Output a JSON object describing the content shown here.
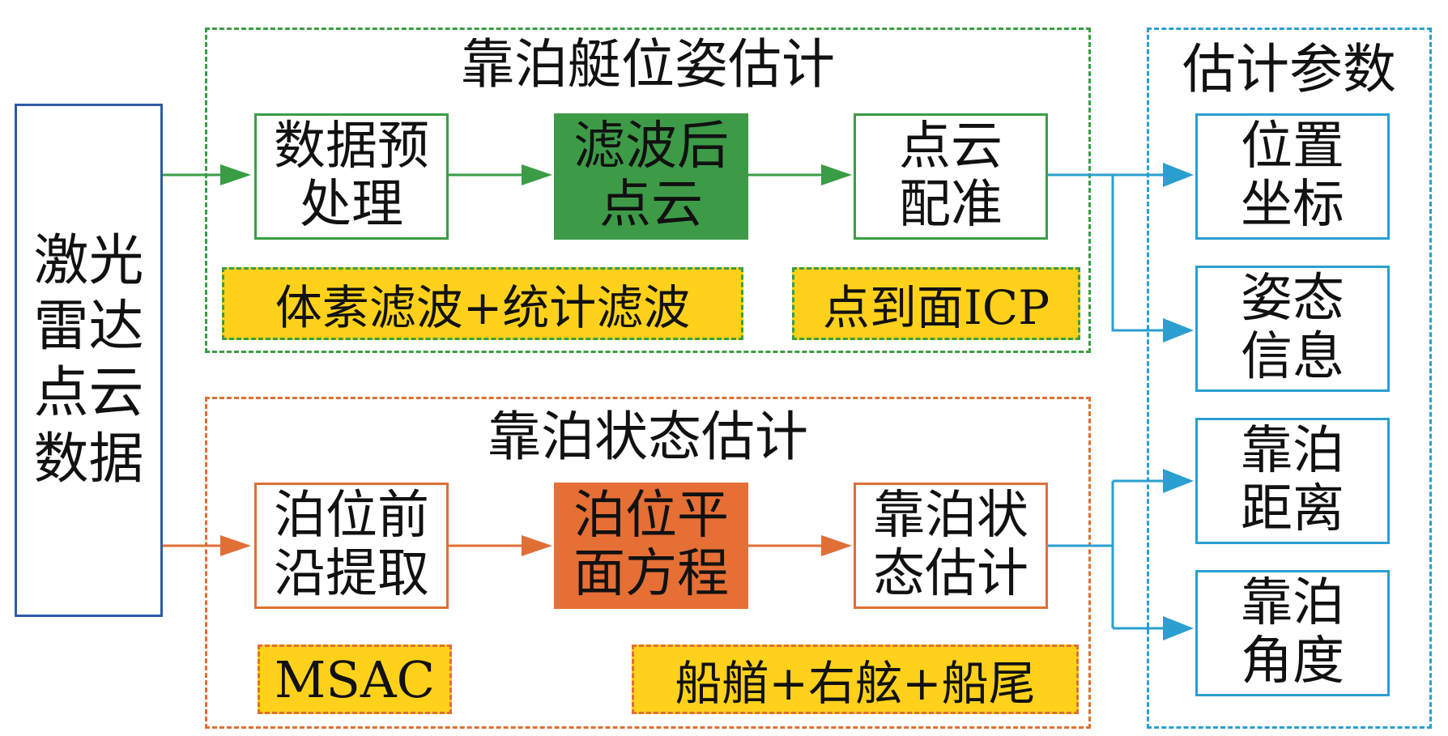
{
  "lidar": {
    "lines": [
      "激光",
      "雷达",
      "点云",
      "数据"
    ]
  },
  "pose_group": {
    "title": "靠泊艇位姿估计",
    "step1": [
      "数据预",
      "处理"
    ],
    "step2": [
      "滤波后",
      "点云"
    ],
    "step3": [
      "点云",
      "配准"
    ],
    "method1": "体素滤波+统计滤波",
    "method2": "点到面ICP"
  },
  "state_group": {
    "title": "靠泊状态估计",
    "step1": [
      "泊位前",
      "沿提取"
    ],
    "step2": [
      "泊位平",
      "面方程"
    ],
    "step3": [
      "靠泊状",
      "态估计"
    ],
    "method1": "MSAC",
    "method2": "船艏+右舷+船尾"
  },
  "params": {
    "title": "估计参数",
    "p1": [
      "位置",
      "坐标"
    ],
    "p2": [
      "姿态",
      "信息"
    ],
    "p3": [
      "靠泊",
      "距离"
    ],
    "p4": [
      "靠泊",
      "角度"
    ]
  },
  "colors": {
    "green": "#3a9d45",
    "green_fill": "#3d9b47",
    "orange": "#e06f36",
    "orange_fill": "#e56f35",
    "blue_lidar": "#2f5aa6",
    "cyan": "#2a9fd0",
    "yellow": "#ffd11a"
  }
}
